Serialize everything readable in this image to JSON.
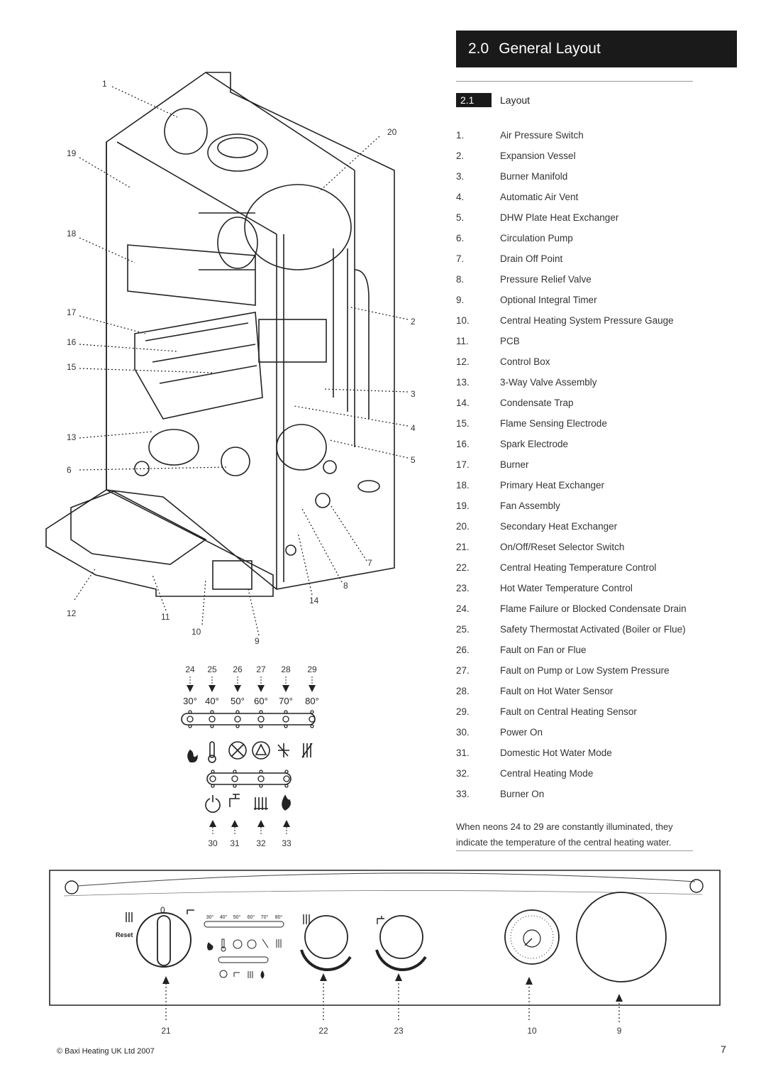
{
  "section": {
    "number": "2.0",
    "title": "General Layout"
  },
  "subsection": {
    "number": "2.1",
    "title": "Layout"
  },
  "legend": [
    {
      "n": "1.",
      "label": "Air Pressure Switch"
    },
    {
      "n": "2.",
      "label": "Expansion Vessel"
    },
    {
      "n": "3.",
      "label": "Burner Manifold"
    },
    {
      "n": "4.",
      "label": "Automatic Air Vent"
    },
    {
      "n": "5.",
      "label": "DHW Plate Heat Exchanger"
    },
    {
      "n": "6.",
      "label": "Circulation Pump"
    },
    {
      "n": "7.",
      "label": "Drain Off Point"
    },
    {
      "n": "8.",
      "label": "Pressure Relief Valve"
    },
    {
      "n": "9.",
      "label": "Optional Integral Timer"
    },
    {
      "n": "10.",
      "label": "Central Heating System Pressure Gauge"
    },
    {
      "n": "11.",
      "label": "PCB"
    },
    {
      "n": "12.",
      "label": "Control Box"
    },
    {
      "n": "13.",
      "label": "3-Way Valve Assembly"
    },
    {
      "n": "14.",
      "label": "Condensate Trap"
    },
    {
      "n": "15.",
      "label": "Flame Sensing Electrode"
    },
    {
      "n": "16.",
      "label": "Spark Electrode"
    },
    {
      "n": "17.",
      "label": "Burner"
    },
    {
      "n": "18.",
      "label": "Primary Heat Exchanger"
    },
    {
      "n": "19.",
      "label": "Fan Assembly"
    },
    {
      "n": "20.",
      "label": "Secondary Heat Exchanger"
    },
    {
      "n": "21.",
      "label": "On/Off/Reset Selector Switch"
    },
    {
      "n": "22.",
      "label": "Central Heating Temperature Control"
    },
    {
      "n": "23.",
      "label": "Hot Water Temperature Control"
    },
    {
      "n": "24.",
      "label": "Flame Failure or Blocked Condensate Drain"
    },
    {
      "n": "25.",
      "label": "Safety Thermostat Activated (Boiler or Flue)"
    },
    {
      "n": "26.",
      "label": "Fault on Fan or Flue"
    },
    {
      "n": "27.",
      "label": "Fault on Pump or Low System Pressure"
    },
    {
      "n": "28.",
      "label": "Fault on Hot Water Sensor"
    },
    {
      "n": "29.",
      "label": "Fault on Central Heating Sensor"
    },
    {
      "n": "30.",
      "label": "Power On"
    },
    {
      "n": "31.",
      "label": "Domestic Hot Water Mode"
    },
    {
      "n": "32.",
      "label": "Central Heating Mode"
    },
    {
      "n": "33.",
      "label": "Burner On"
    }
  ],
  "note": "When neons 24 to 29 are constantly illuminated, they indicate the temperature of the central heating water.",
  "diagram_callouts": [
    "1",
    "19",
    "18",
    "17",
    "16",
    "15",
    "13",
    "6",
    "12",
    "11",
    "10",
    "9",
    "14",
    "8",
    "7",
    "5",
    "4",
    "3",
    "2",
    "20"
  ],
  "neon_numbers_top": [
    "24",
    "25",
    "26",
    "27",
    "28",
    "29"
  ],
  "neon_temps": [
    "30°",
    "40°",
    "50°",
    "60°",
    "70°",
    "80°"
  ],
  "neon_numbers_bottom": [
    "30",
    "31",
    "32",
    "33"
  ],
  "panel": {
    "selector_zero": "0",
    "reset_label": "Reset",
    "mini_temps": [
      "30°",
      "40°",
      "50°",
      "60°",
      "70°",
      "80°"
    ],
    "callouts": [
      "21",
      "22",
      "23",
      "10",
      "9"
    ]
  },
  "footer": {
    "copyright": "© Baxi Heating UK Ltd 2007",
    "page": "7"
  }
}
